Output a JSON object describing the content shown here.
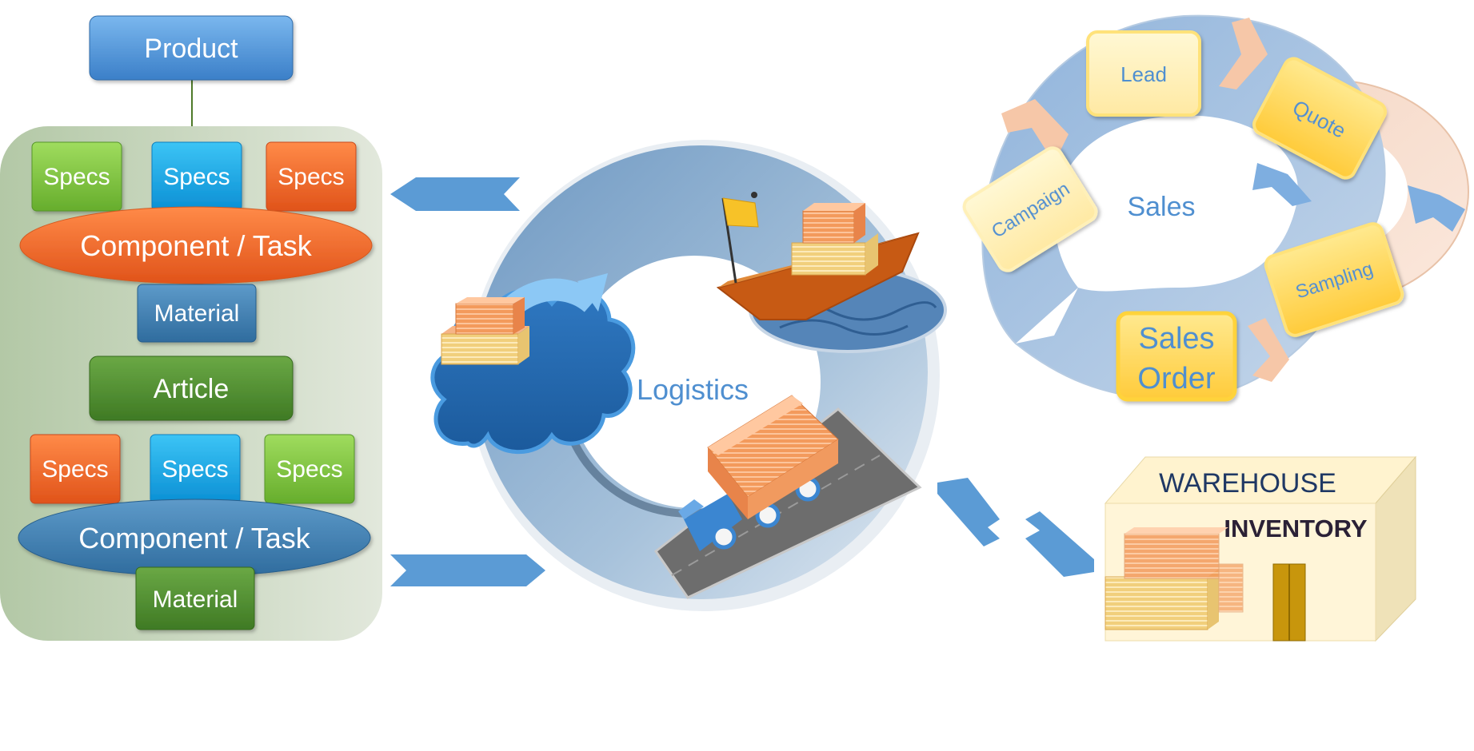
{
  "product_tree": {
    "product": "Product",
    "group1": {
      "specs": [
        "Specs",
        "Specs",
        "Specs"
      ],
      "component": "Component / Task",
      "material": "Material"
    },
    "article": "Article",
    "group2": {
      "specs": [
        "Specs",
        "Specs",
        "Specs"
      ],
      "component": "Component / Task",
      "material": "Material"
    }
  },
  "logistics": {
    "label": "Logistics"
  },
  "sales": {
    "center": "Sales",
    "steps": {
      "lead": "Lead",
      "quote": "Quote",
      "campaign": "Campaign",
      "sampling": "Sampling",
      "sales_order_line1": "Sales",
      "sales_order_line2": "Order"
    }
  },
  "warehouse": {
    "title": "WAREHOUSE",
    "subtitle": "INVENTORY"
  },
  "colors": {
    "blue": "#4f8fd0",
    "light_blue": "#1ea9e6",
    "green": "#7ec340",
    "dark_green": "#4f8a2f",
    "orange": "#f26a2a",
    "yellow": "#ffd65a",
    "panel": "#c9d8c0"
  }
}
